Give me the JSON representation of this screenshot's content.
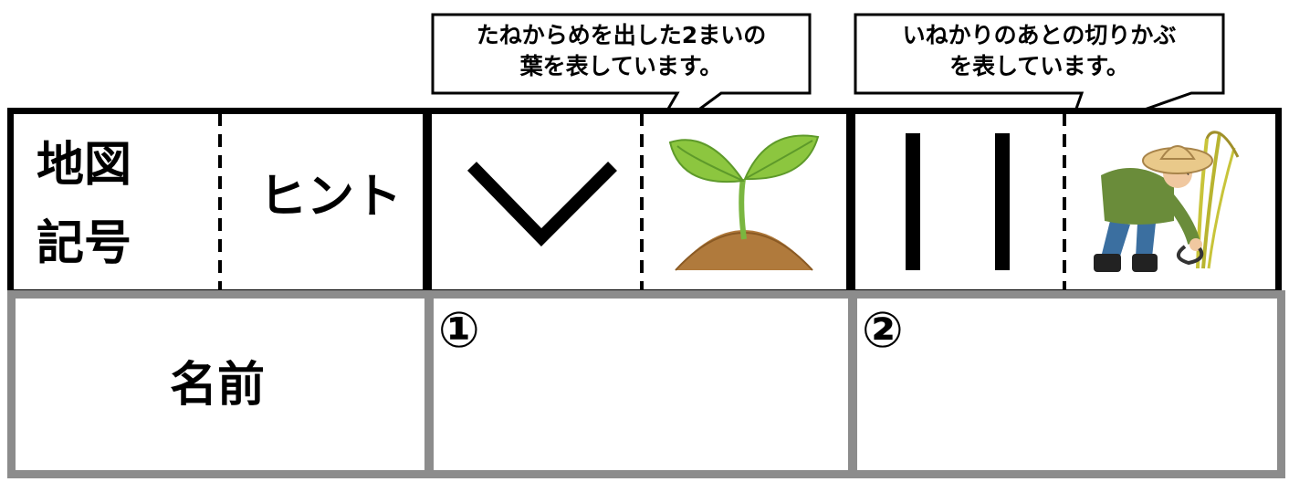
{
  "header": {
    "symbol_line1": "地図",
    "symbol_line2": "記号",
    "hint": "ヒント"
  },
  "callouts": {
    "first": {
      "line1": "たねからめを出した2まいの",
      "line2": "葉を表しています。"
    },
    "second": {
      "line1": "いねかりのあとの切りかぶ",
      "line2": "を表しています。"
    }
  },
  "symbols": [
    {
      "icon": "check-v-map-symbol",
      "illustration": "sprout-illustration"
    },
    {
      "icon": "double-line-map-symbol",
      "illustration": "rice-harvest-illustration"
    }
  ],
  "answer_row": {
    "label": "名前",
    "blank1_number": "①",
    "blank2_number": "②"
  },
  "colors": {
    "border": "#000000",
    "answer_border": "#8c8c8c",
    "leaf": "#8cc63f",
    "soil": "#b07a3c"
  }
}
